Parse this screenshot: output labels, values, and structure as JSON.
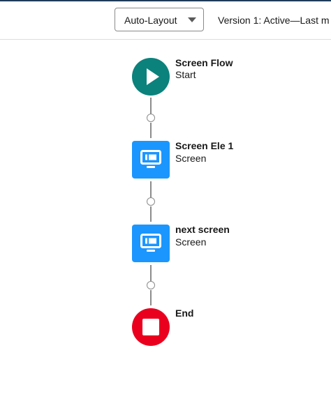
{
  "toolbar": {
    "layout_select": "Auto-Layout",
    "version_text": "Version 1: Active—Last m"
  },
  "flow": {
    "start": {
      "title": "Screen Flow",
      "subtitle": "Start",
      "icon": "play-icon",
      "color": "#0b827c"
    },
    "screen1": {
      "title": "Screen Ele 1",
      "subtitle": "Screen",
      "icon": "screen-icon",
      "color": "#1b96ff"
    },
    "screen2": {
      "title": "next screen",
      "subtitle": "Screen",
      "icon": "screen-icon",
      "color": "#1b96ff"
    },
    "end": {
      "title": "End",
      "icon": "stop-icon",
      "color": "#ea001e"
    }
  }
}
